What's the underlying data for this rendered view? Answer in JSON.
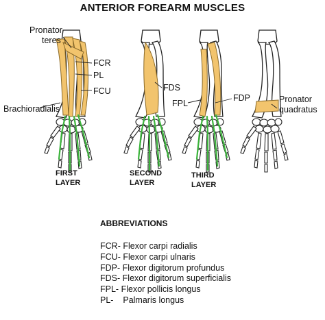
{
  "title": "ANTERIOR FOREARM MUSCLES",
  "colors": {
    "muscle": "#f2c46d",
    "muscle_stroke": "#8a6a2a",
    "tendon": "#3cb43c",
    "bone": "#ffffff",
    "outline": "#222222"
  },
  "layers": [
    {
      "name_line1": "FIRST",
      "name_line2": "LAYER",
      "labels": {
        "pronator_teres_1": "Pronator",
        "pronator_teres_2": "teres",
        "fcr": "FCR",
        "pl": "PL",
        "fcu": "FCU",
        "brachioradialis": "Brachioradialis"
      }
    },
    {
      "name_line1": "SECOND",
      "name_line2": "LAYER",
      "labels": {
        "fds": "FDS"
      }
    },
    {
      "name_line1": "THIRD",
      "name_line2": "LAYER",
      "labels": {
        "fpl": "FPL",
        "fdp": "FDP"
      }
    },
    {
      "name_line1": "",
      "name_line2": "",
      "labels": {
        "pronator_quadratus_1": "Pronator",
        "pronator_quadratus_2": "quadratus"
      }
    }
  ],
  "abbreviations": {
    "heading": "ABBREVIATIONS",
    "items": [
      {
        "code": "FCR-",
        "meaning": "Flexor carpi radialis"
      },
      {
        "code": "FCU-",
        "meaning": "Flexor carpi ulnaris"
      },
      {
        "code": "FDP-",
        "meaning": "Flexor digitorum profundus"
      },
      {
        "code": "FDS-",
        "meaning": "Flexor digitorum superficialis"
      },
      {
        "code": "FPL-",
        "meaning": "Flexor pollicis longus"
      },
      {
        "code": "PL-",
        "meaning": "Palmaris longus"
      }
    ]
  }
}
